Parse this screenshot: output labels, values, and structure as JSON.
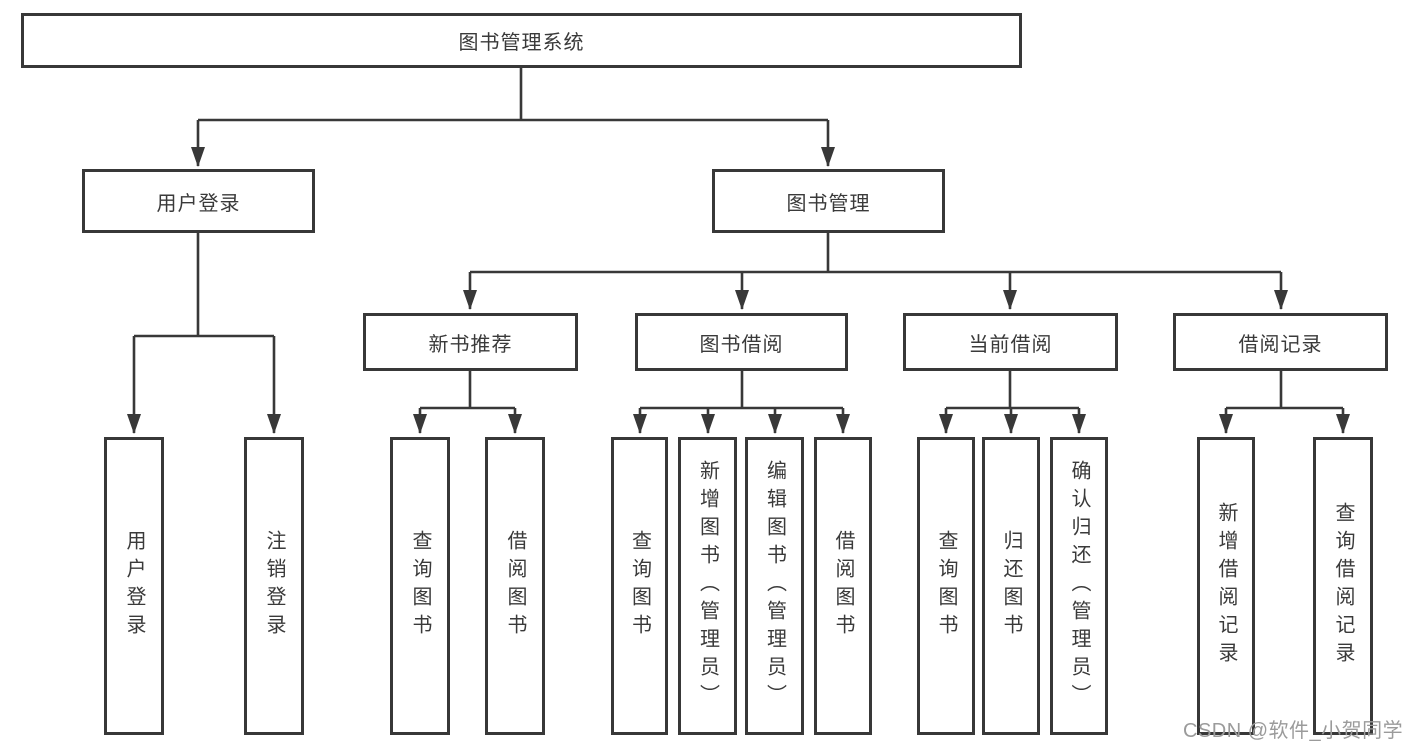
{
  "diagram": {
    "tree": {
      "label": "图书管理系统",
      "children": [
        {
          "label": "用户登录",
          "children": [
            {
              "label": "用户登录"
            },
            {
              "label": "注销登录"
            }
          ]
        },
        {
          "label": "图书管理",
          "children": [
            {
              "label": "新书推荐",
              "children": [
                {
                  "label": "查询图书"
                },
                {
                  "label": "借阅图书"
                }
              ]
            },
            {
              "label": "图书借阅",
              "children": [
                {
                  "label": "查询图书"
                },
                {
                  "label": "新增图书（管理员）"
                },
                {
                  "label": "编辑图书（管理员）"
                },
                {
                  "label": "借阅图书"
                }
              ]
            },
            {
              "label": "当前借阅",
              "children": [
                {
                  "label": "查询图书"
                },
                {
                  "label": "归还图书"
                },
                {
                  "label": "确认归还（管理员）"
                }
              ]
            },
            {
              "label": "借阅记录",
              "children": [
                {
                  "label": "新增借阅记录"
                },
                {
                  "label": "查询借阅记录"
                }
              ]
            }
          ]
        }
      ]
    },
    "watermark": "CSDN @软件_小贺同学",
    "colors": {
      "line": "#383838",
      "text": "#3a3a3a",
      "watermark": "#9b9b9b",
      "background": "#ffffff"
    }
  }
}
